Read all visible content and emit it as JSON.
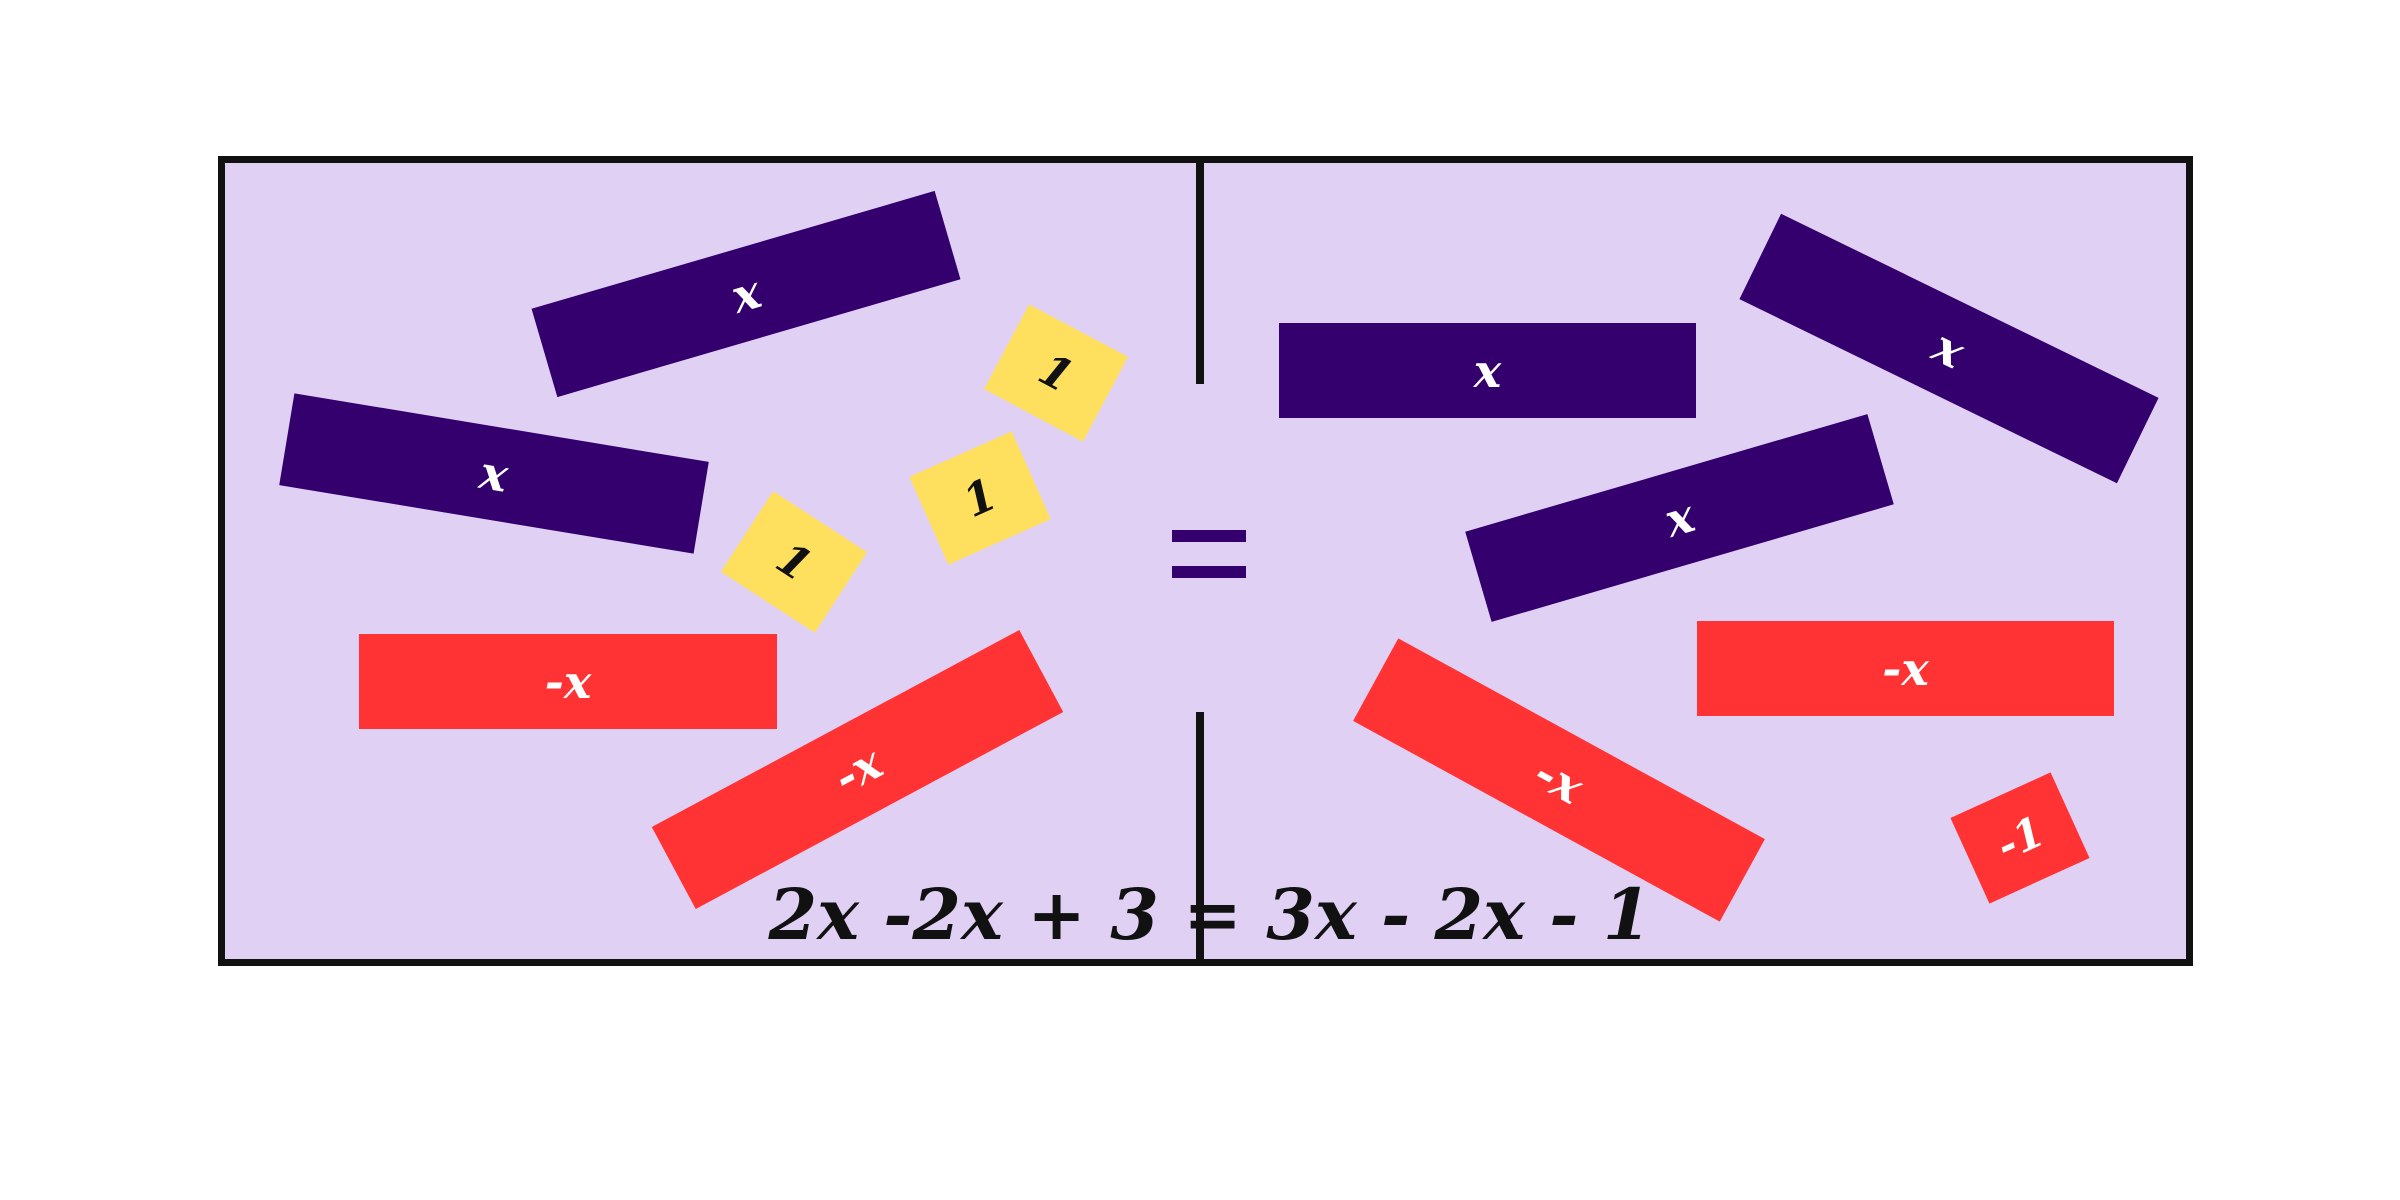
{
  "board": {
    "left_side": {
      "x_tiles": [
        {
          "label": "x",
          "sign": "positive"
        },
        {
          "label": "x",
          "sign": "positive"
        }
      ],
      "neg_x_tiles": [
        {
          "label": "-x",
          "sign": "negative"
        },
        {
          "label": "-x",
          "sign": "negative"
        }
      ],
      "unit_tiles": [
        {
          "label": "1",
          "sign": "positive"
        },
        {
          "label": "1",
          "sign": "positive"
        },
        {
          "label": "1",
          "sign": "positive"
        }
      ]
    },
    "right_side": {
      "x_tiles": [
        {
          "label": "x",
          "sign": "positive"
        },
        {
          "label": "x",
          "sign": "positive"
        },
        {
          "label": "x",
          "sign": "positive"
        }
      ],
      "neg_x_tiles": [
        {
          "label": "-x",
          "sign": "negative"
        },
        {
          "label": "-x",
          "sign": "negative"
        }
      ],
      "unit_tiles": [
        {
          "label": "-1",
          "sign": "negative"
        }
      ]
    }
  },
  "equation": {
    "text": "2x -2x + 3 = 3x - 2x - 1"
  },
  "colors": {
    "board_background": "#e0d0f4",
    "x_tile": "#34006e",
    "neg_tile": "#ff3334",
    "unit_tile": "#ffe05e",
    "border": "#111111"
  }
}
